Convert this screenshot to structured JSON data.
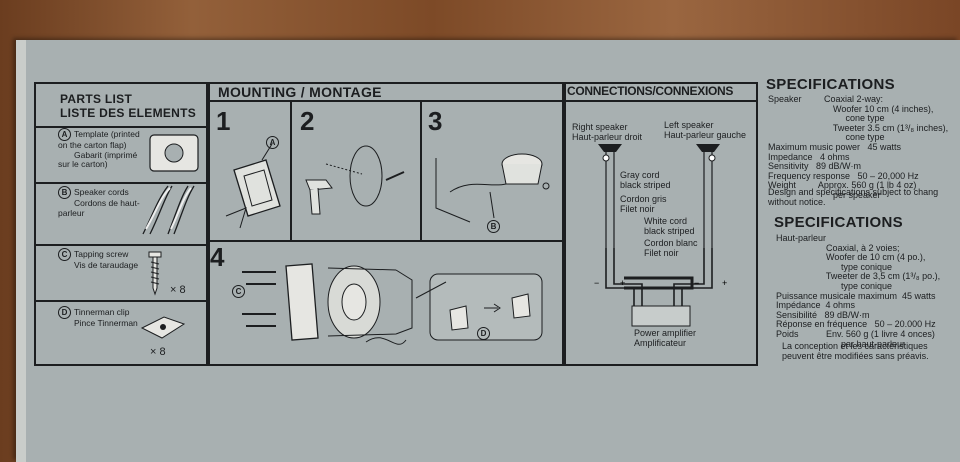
{
  "parts": {
    "title_en": "PARTS LIST",
    "title_fr": "LISTE DES ELEMENTS",
    "a": {
      "letter": "A",
      "en": "Template (printed on the carton flap)",
      "fr": "Gabarit (imprimé sur le carton)"
    },
    "b": {
      "letter": "B",
      "en": "Speaker cords",
      "fr": "Cordons de haut-parleur"
    },
    "c": {
      "letter": "C",
      "en": "Tapping screw",
      "fr": "Vis de taraudage",
      "qty": "× 8"
    },
    "d": {
      "letter": "D",
      "en": "Tinnerman clip",
      "fr": "Pince Tinnerman",
      "qty": "× 8"
    }
  },
  "mounting": {
    "title": "MOUNTING / MONTAGE",
    "steps": [
      "1",
      "2",
      "3",
      "4"
    ],
    "callout_a": "A",
    "callout_b": "B",
    "callout_c": "C",
    "callout_d": "D"
  },
  "connections": {
    "title": "CONNECTIONS/CONNEXIONS",
    "right_en": "Right speaker",
    "right_fr": "Haut-parleur droit",
    "left_en": "Left speaker",
    "left_fr": "Haut-parleur gauche",
    "gray_en1": "Gray cord",
    "gray_en2": "black striped",
    "gray_fr1": "Cordon gris",
    "gray_fr2": "Filet noir",
    "white_en1": "White cord",
    "white_en2": "black striped",
    "white_fr1": "Cordon blanc",
    "white_fr2": "Filet noir",
    "amp_en": "Power amplifier",
    "amp_fr": "Amplificateur"
  },
  "specs_en": {
    "title": "SPECIFICATIONS",
    "body": "Speaker         Coaxial 2-way:\n                          Woofer 10 cm (4 inches),\n                               cone type\n                          Tweeter 3.5 cm (1³/₈ inches),\n                               cone type\nMaximum music power   45 watts\nImpedance   4 ohms\nSensitivity   89 dB/W·m\nFrequency response   50 – 20,000 Hz\nWeight         Approx. 560 g (1 lb 4 oz)\n                          per speaker",
    "note": "Design and specifications subject to chang\nwithout notice."
  },
  "specs_fr": {
    "title": "SPECIFICATIONS",
    "body": "Haut-parleur\n                    Coaxial, à 2 voies;\n                    Woofer de 10 cm (4 po.),\n                          type conique\n                    Tweeter de 3,5 cm (1³/₈ po.),\n                          type conique\nPuissance musicale maximum  45 watts\nImpédance  4 ohms\nSensibilité   89 dB/W·m\nRéponse en fréquence   50 – 20.000 Hz\nPoids           Env. 560 g (1 livre 4 onces)\n                          par haut-parleur",
    "note": "La conception et les caractéristiques\npeuvent être modifiées sans préavis."
  }
}
